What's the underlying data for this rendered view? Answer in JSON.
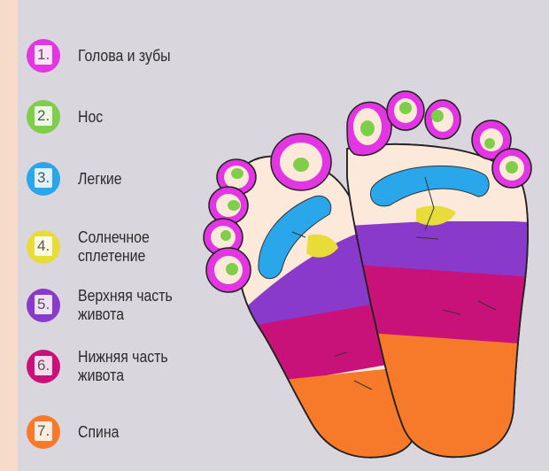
{
  "legend": [
    {
      "number": "1.",
      "label": "Голова и зубы",
      "color": "#e236e2"
    },
    {
      "number": "2.",
      "label": "Нос",
      "color": "#7fce4a"
    },
    {
      "number": "3.",
      "label": "Легкие",
      "color": "#2aa6ea"
    },
    {
      "number": "4.",
      "label": "Солнечное\nсплетение",
      "color": "#e8dc3a"
    },
    {
      "number": "5.",
      "label": "Верхняя часть\nживота",
      "color": "#8a3acb"
    },
    {
      "number": "6.",
      "label": "Нижняя часть\nживота",
      "color": "#c8127a"
    },
    {
      "number": "7.",
      "label": "Спина",
      "color": "#f77a2a"
    }
  ],
  "zone_colors": {
    "skin": "#fde9da",
    "head_teeth": "#e236e2",
    "nose": "#7fce4a",
    "lungs": "#2aa6ea",
    "solar_plexus": "#e8dc3a",
    "upper_abdomen": "#8a3acb",
    "lower_abdomen": "#c8127a",
    "back": "#f77a2a"
  }
}
